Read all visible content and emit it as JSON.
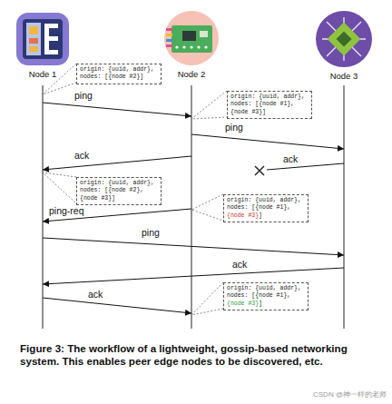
{
  "diagram": {
    "caption": "Figure 3: The workflow of a lightweight, gossip-based networking system. This enables peer edge nodes to be discovered, etc.",
    "nodes": [
      {
        "text": [
          "Node 1"
        ]
      },
      {
        "text": [
          "Node 2"
        ]
      },
      {
        "text": [
          "Node 3"
        ]
      },
      {
        "text": [
          "origin: {uuid, addr}, nodes: [{node #2}]"
        ]
      },
      {
        "text": [
          "origin: {uuid, addr}, nodes: [{node #1}, {node #3}]"
        ]
      },
      {
        "text": [
          "origin: {uuid, addr}, nodes: [{node #2}, {node #3}]"
        ]
      },
      {
        "text": [
          "origin: {uuid, addr}, nodes: [{node #1}, {node #3}]"
        ]
      },
      {
        "text": [
          "origin: {uuid, addr}, nodes: [{node #1}, {node #3}]"
        ]
      }
    ],
    "edges": [
      {
        "from": 0,
        "to": 1,
        "label": "ping",
        "arrow": "to"
      },
      {
        "from": 1,
        "to": 2,
        "label": "ping",
        "arrow": "to"
      },
      {
        "from": 1,
        "to": 0,
        "label": "ack",
        "arrow": "to"
      },
      {
        "from": 1,
        "to": 0,
        "label": "ping-req",
        "arrow": "to"
      },
      {
        "from": 0,
        "to": 2,
        "label": "ping",
        "arrow": "to"
      },
      {
        "from": 2,
        "to": 0,
        "label": "ack",
        "arrow": "to"
      },
      {
        "from": 0,
        "to": 1,
        "label": "ack",
        "arrow": "to"
      }
    ],
    "labels": [
      "ack",
      "CSDN @神一样的老师"
    ]
  }
}
